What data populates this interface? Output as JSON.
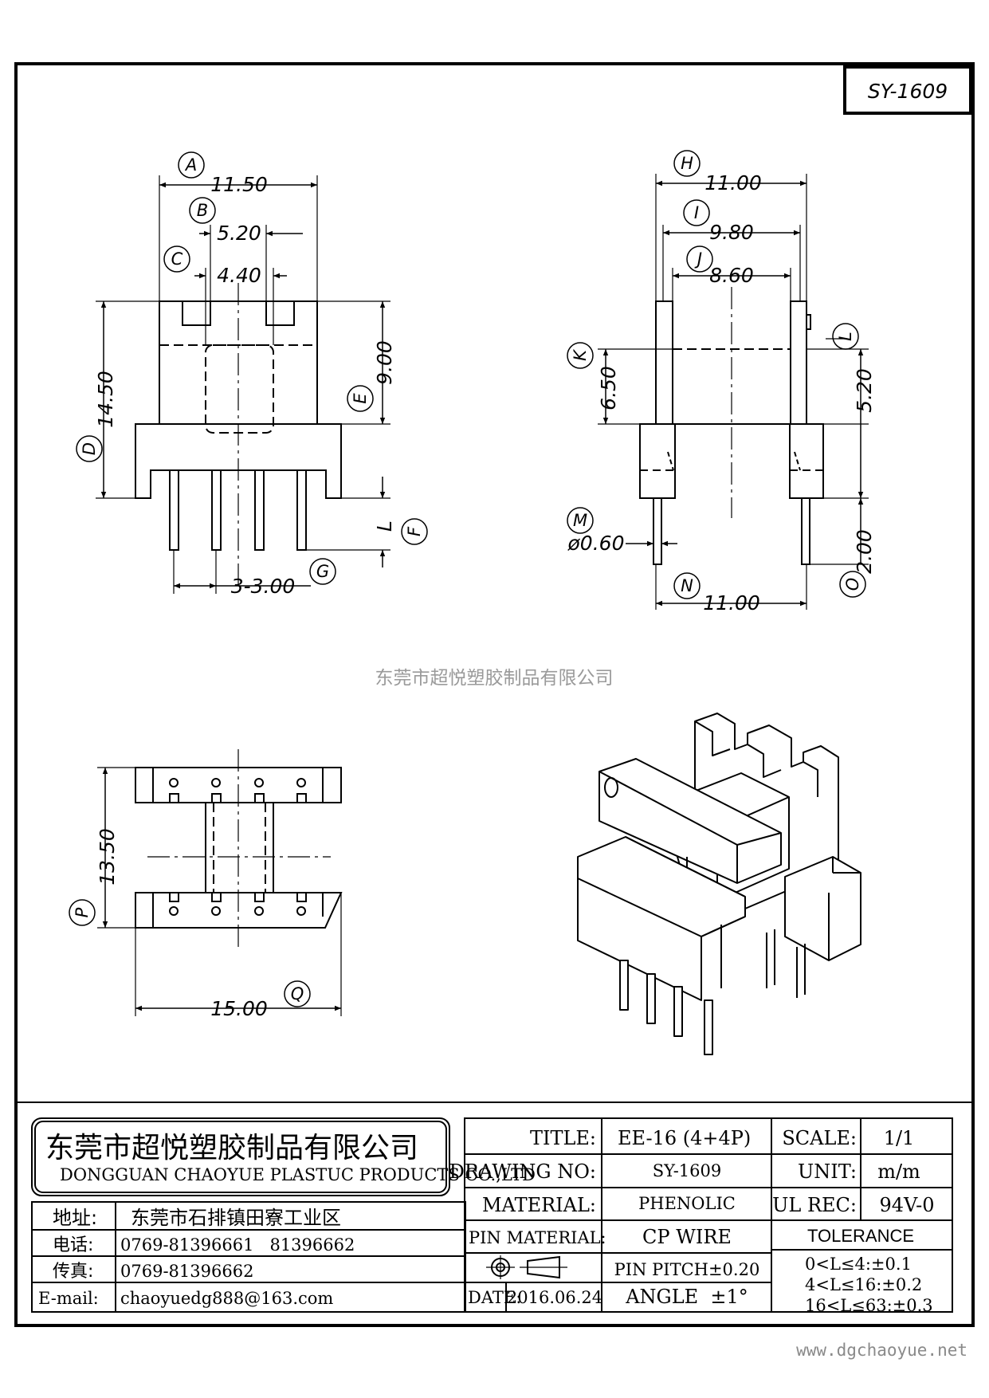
{
  "drawing_id": "SY-1609",
  "watermark": "东莞市超悦塑胶制品有限公司",
  "website": "www.dgchaoyue.net",
  "front_view": {
    "dims": {
      "A": "11.50",
      "B": "5.20",
      "C": "4.40",
      "D": "14.50",
      "E": "9.00",
      "F": "L",
      "G": "3-3.00"
    },
    "labels": {
      "A": "A",
      "B": "B",
      "C": "C",
      "D": "D",
      "E": "E",
      "F": "F",
      "G": "G"
    }
  },
  "side_view": {
    "dims": {
      "H": "11.00",
      "I": "9.80",
      "J": "8.60",
      "K": "6.50",
      "L": "5.20",
      "M": "ø0.60",
      "N": "11.00",
      "O": "2.00"
    },
    "labels": {
      "H": "H",
      "I": "I",
      "J": "J",
      "K": "K",
      "L": "L",
      "M": "M",
      "N": "N",
      "O": "O"
    }
  },
  "bottom_view": {
    "dims": {
      "P": "13.50",
      "Q": "15.00"
    },
    "labels": {
      "P": "P",
      "Q": "Q"
    }
  },
  "title_block": {
    "company_cn": "东莞市超悦塑胶制品有限公司",
    "company_en": "DONGGUAN CHAOYUE PLASTUC PRODUCTS CO.,LTD",
    "address_label": "地址:",
    "address": "东莞市石排镇田寮工业区",
    "phone_label": "电话:",
    "phone": "0769-81396661   81396662",
    "fax_label": "传真:",
    "fax": "0769-81396662",
    "email_label": "E-mail:",
    "email": "chaoyuedg888@163.com",
    "title_label": "TITLE:",
    "title_value": "EE-16 (4+4P)",
    "drawing_no_label": "DRAWING NO:",
    "drawing_no_value": "SY-1609",
    "material_label": "MATERIAL:",
    "material_value": "PHENOLIC",
    "pin_material_label": "PIN MATERIAL:",
    "pin_material_value": "CP WIRE",
    "pin_pitch": "PIN PITCH±0.20",
    "date_label": "DATE:",
    "date_value": "2016.06.24",
    "angle": "ANGLE  ±1°",
    "scale_label": "SCALE:",
    "scale_value": "1/1",
    "unit_label": "UNIT:",
    "unit_value": "m/m",
    "ul_label": "UL REC:",
    "ul_value": "94V-0",
    "tolerance_label": "TOLERANCE",
    "tolerances": [
      "0<L≤4:±0.1",
      "4<L≤16:±0.2",
      "16<L≤63:±0.3"
    ]
  }
}
